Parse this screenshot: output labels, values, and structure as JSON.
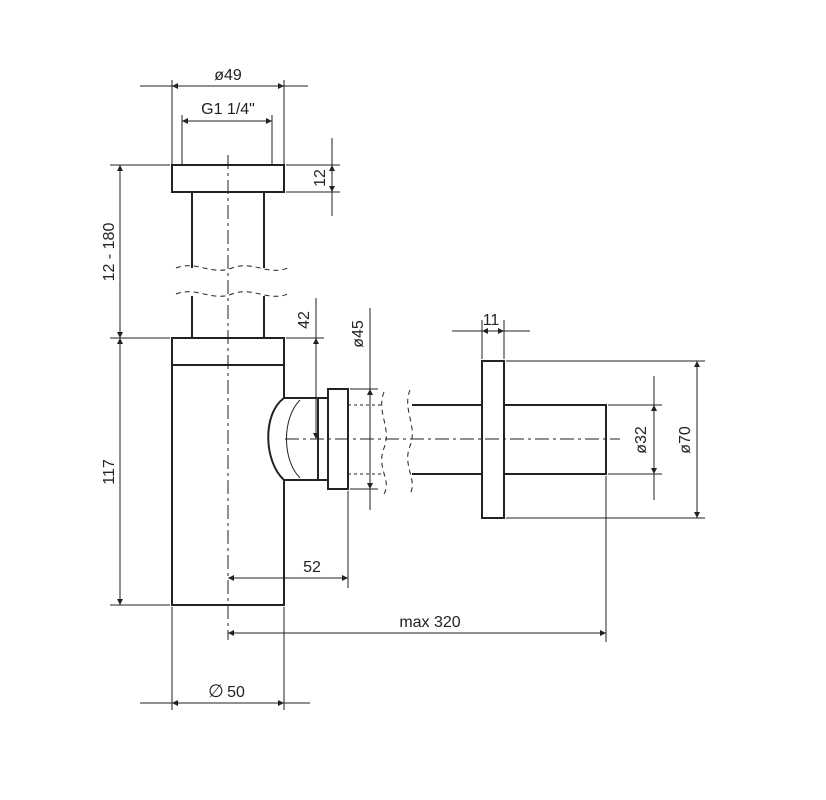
{
  "drawing": {
    "line_color": "#222222",
    "background": "#ffffff",
    "dimensions": {
      "top_nut_diameter": "ø49",
      "thread": "G1 1/4\"",
      "nut_height": "12",
      "adjust_range": "12 - 180",
      "collar_height": "42",
      "body_height": "117",
      "outlet_nut_diameter": "ø45",
      "flange_thickness": "11",
      "pipe_diameter": "ø32",
      "flange_diameter": "ø70",
      "outlet_offset": "52",
      "max_length": "max 320",
      "body_diameter_symbol": "∅",
      "body_diameter": "50"
    }
  }
}
